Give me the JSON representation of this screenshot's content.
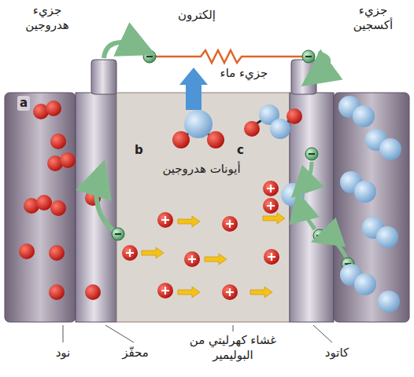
{
  "diagram": {
    "labels": [
      "جزيء هدروجين",
      "إلكترون",
      "جزيء أكسجين",
      "جزيء ماء",
      "أيونات هدروجين",
      "a",
      "b",
      "c",
      "نود",
      "محفّز",
      "غشاء كهرليتي من البوليمير",
      "كاتود"
    ]
  }
}
